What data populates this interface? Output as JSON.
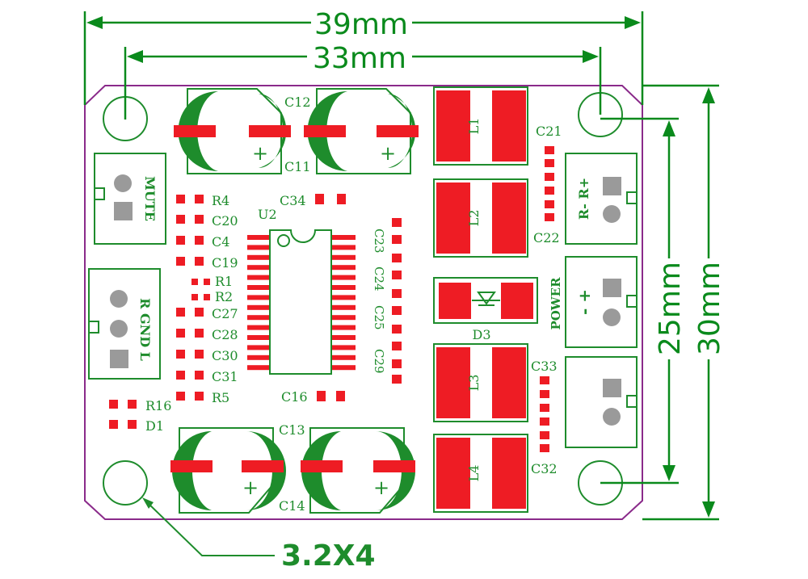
{
  "dimensions": {
    "width_overall": "39mm",
    "width_holes": "33mm",
    "height_holes": "25mm",
    "height_overall": "30mm",
    "hole_note": "3.2X4"
  },
  "connectors": {
    "mute": "MUTE",
    "input": "R GND L",
    "right_out": "R-  R+",
    "power_sign": "-  +",
    "power": "POWER"
  },
  "components": {
    "c12": "C12",
    "c11": "C11",
    "c13": "C13",
    "c14": "C14",
    "c34": "C34",
    "u2": "U2",
    "r4": "R4",
    "c20": "C20",
    "c4": "C4",
    "c19": "C19",
    "r1": "R1",
    "r2": "R2",
    "c27": "C27",
    "c28": "C28",
    "c30": "C30",
    "c31": "C31",
    "r5": "R5",
    "r16": "R16",
    "d1": "D1",
    "c16": "C16",
    "c23": "C23",
    "c24": "C24",
    "c25": "C25",
    "c29": "C29",
    "l1": "L1",
    "l2": "L2",
    "l3": "L3",
    "l4": "L4",
    "c21": "C21",
    "c22": "C22",
    "c33": "C33",
    "c32": "C32",
    "d3": "D3"
  },
  "colors": {
    "dimension": "#0a8a1c",
    "silkscreen": "#1e8c2c",
    "pad": "#ee1c24",
    "outline": "#8a2a8a",
    "pin": "#9a9a9a"
  }
}
